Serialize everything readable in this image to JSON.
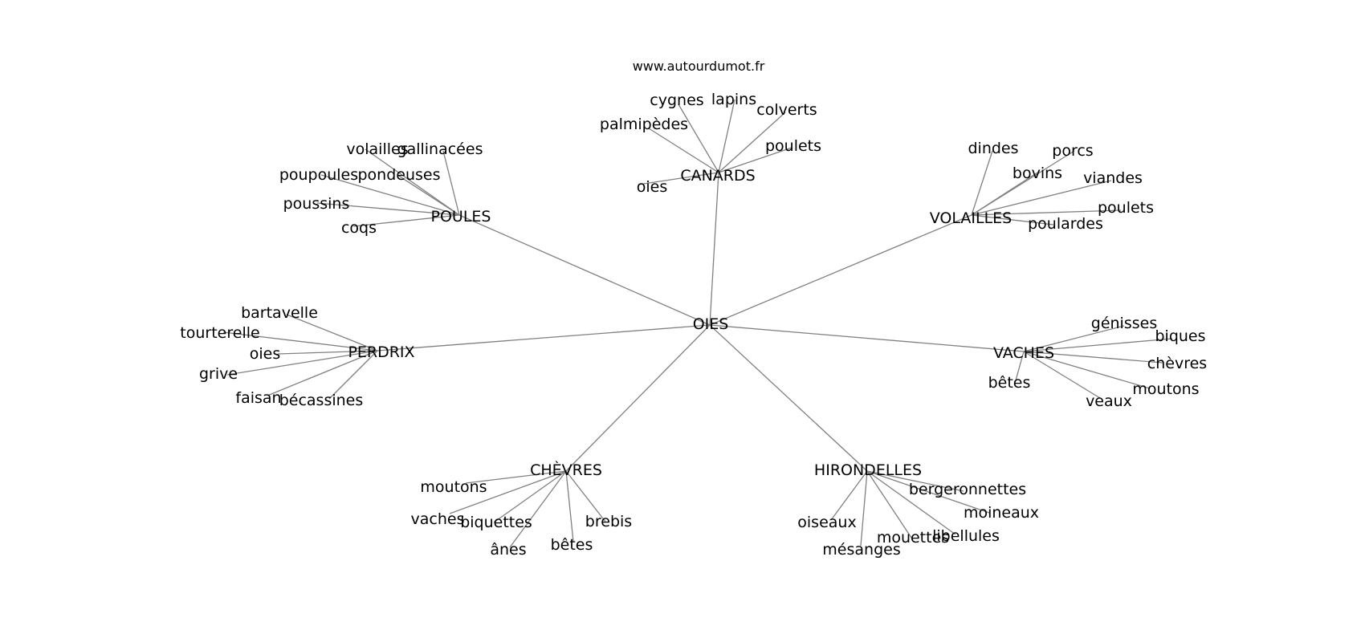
{
  "source": "www.autourdumot.fr",
  "center": "OIES",
  "clusters": [
    {
      "id": "poules",
      "label": "POULES",
      "leaves": [
        "volailles",
        "gallinacées",
        "poupoules",
        "pondeuses",
        "poussins",
        "coqs"
      ]
    },
    {
      "id": "canards",
      "label": "CANARDS",
      "leaves": [
        "cygnes",
        "lapins",
        "colverts",
        "palmipèdes",
        "poulets",
        "oies"
      ]
    },
    {
      "id": "volailles",
      "label": "VOLAILLES",
      "leaves": [
        "dindes",
        "porcs",
        "bovins",
        "viandes",
        "poulets",
        "poulardes"
      ]
    },
    {
      "id": "perdrix",
      "label": "PERDRIX",
      "leaves": [
        "bartavelle",
        "tourterelle",
        "oies",
        "grive",
        "faisan",
        "bécassines"
      ]
    },
    {
      "id": "vaches",
      "label": "VACHES",
      "leaves": [
        "génisses",
        "biques",
        "chèvres",
        "moutons",
        "veaux",
        "bêtes"
      ]
    },
    {
      "id": "chevres",
      "label": "CHÈVRES",
      "leaves": [
        "moutons",
        "vaches",
        "biquettes",
        "ânes",
        "bêtes",
        "brebis"
      ]
    },
    {
      "id": "hirondelles",
      "label": "HIRONDELLES",
      "leaves": [
        "bergeronnettes",
        "moineaux",
        "oiseaux",
        "mésanges",
        "mouettes",
        "libellules"
      ]
    }
  ]
}
